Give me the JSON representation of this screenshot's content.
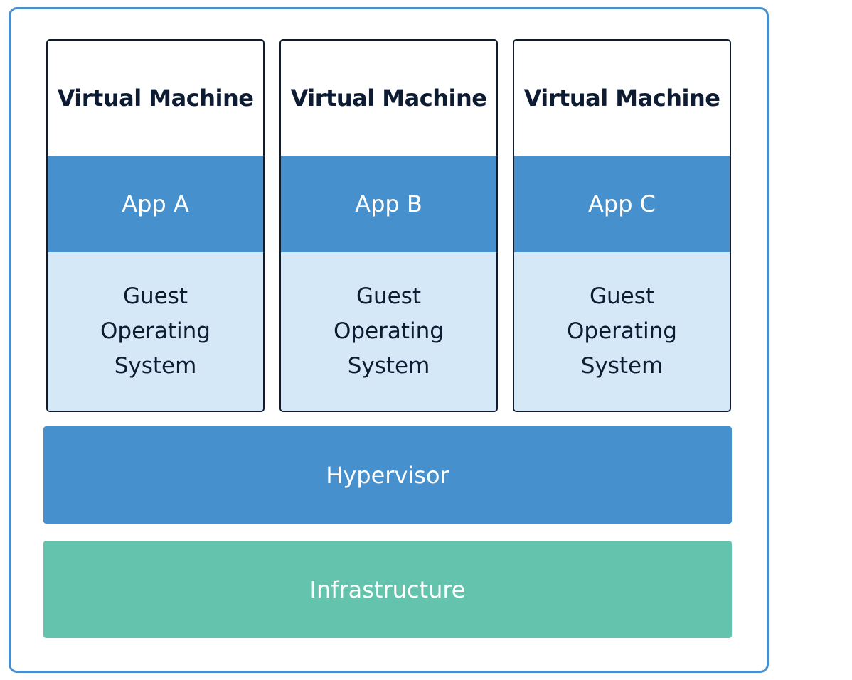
{
  "colors": {
    "frame_border": "#4a8fcc",
    "vm_border": "#0d1b33",
    "app_fill": "#4590cd",
    "guest_os_fill": "#d4e8f7",
    "hypervisor_fill": "#4590cd",
    "infrastructure_fill": "#63c3ac",
    "dark_text": "#0d1b33",
    "light_text": "#ffffff"
  },
  "virtual_machines": [
    {
      "title": "Virtual Machine",
      "app": "App A",
      "guest_os": [
        "Guest",
        "Operating",
        "System"
      ]
    },
    {
      "title": "Virtual Machine",
      "app": "App B",
      "guest_os": [
        "Guest",
        "Operating",
        "System"
      ]
    },
    {
      "title": "Virtual Machine",
      "app": "App C",
      "guest_os": [
        "Guest",
        "Operating",
        "System"
      ]
    }
  ],
  "hypervisor": {
    "label": "Hypervisor"
  },
  "infrastructure": {
    "label": "Infrastructure"
  }
}
